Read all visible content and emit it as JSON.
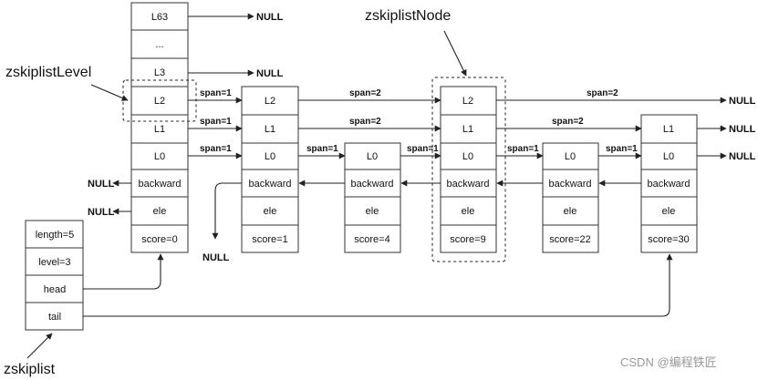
{
  "labels": {
    "zskiplist_node": "zskiplistNode",
    "zskiplist_level": "zskiplistLevel",
    "zskiplist": "zskiplist",
    "null": "NULL",
    "watermark": "CSDN @编程铁匠"
  },
  "header": {
    "fields": [
      "length=5",
      "level=3",
      "head",
      "tail"
    ]
  },
  "head_node": {
    "cells": [
      "L63",
      "...",
      "L3",
      "L2",
      "L1",
      "L0",
      "backward",
      "ele",
      "score=0"
    ]
  },
  "nodes": [
    {
      "cells": [
        "L2",
        "L1",
        "L0",
        "backward",
        "ele",
        "score=1"
      ]
    },
    {
      "cells": [
        "L0",
        "backward",
        "ele",
        "score=4"
      ]
    },
    {
      "cells": [
        "L2",
        "L1",
        "L0",
        "backward",
        "ele",
        "score=9"
      ]
    },
    {
      "cells": [
        "L0",
        "backward",
        "ele",
        "score=22"
      ]
    },
    {
      "cells": [
        "L1",
        "L0",
        "backward",
        "ele",
        "score=30"
      ]
    }
  ],
  "spans": {
    "head_l2": "span=1",
    "head_l1": "span=1",
    "head_l0": "span=1",
    "n1_l2": "span=2",
    "n1_l1": "span=2",
    "n1_l0": "span=1",
    "n2_l0": "span=1",
    "n3_l2": "span=2",
    "n3_l1": "span=2",
    "n3_l0": "span=1",
    "n4_l0": "span=1"
  }
}
